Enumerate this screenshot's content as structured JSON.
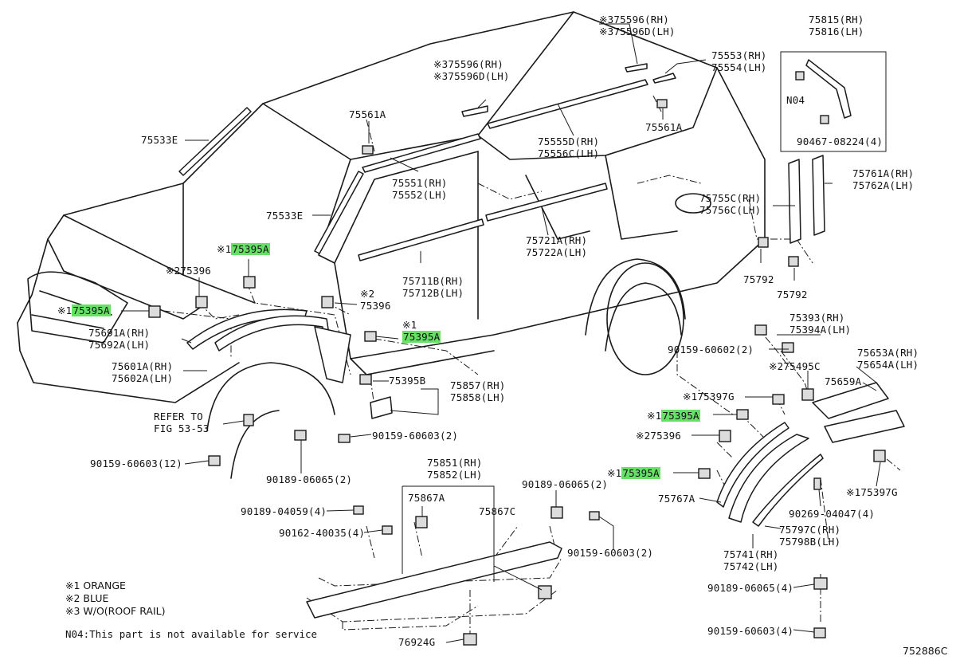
{
  "highlight_color": "#66e066",
  "callouts": [
    {
      "id": "c1",
      "mark": "※3",
      "lines": [
        "75596(RH)"
      ],
      "mark2": "※3",
      "lines2": [
        "75596D(LH)"
      ]
    },
    {
      "id": "c2",
      "lines": [
        "75815(RH)",
        "75816(LH)"
      ]
    },
    {
      "id": "c3",
      "mark": "※3",
      "lines": [
        "75596(RH)"
      ],
      "mark2": "※3",
      "lines2": [
        "75596D(LH)"
      ]
    },
    {
      "id": "c4",
      "lines": [
        "75553(RH)",
        "75554(LH)"
      ]
    },
    {
      "id": "c5",
      "lines": [
        "75561A"
      ]
    },
    {
      "id": "c6",
      "lines": [
        "75561A"
      ]
    },
    {
      "id": "c7",
      "lines": [
        "75533E"
      ]
    },
    {
      "id": "c8",
      "lines": [
        "75555D(RH)",
        "75556C(LH)"
      ]
    },
    {
      "id": "c9",
      "lines": [
        "75551(RH)",
        "75552(LH)"
      ]
    },
    {
      "id": "c10",
      "lines": [
        "N04"
      ]
    },
    {
      "id": "c11",
      "lines": [
        "90467-08224(4)"
      ]
    },
    {
      "id": "c12",
      "lines": [
        "75761A(RH)",
        "75762A(LH)"
      ]
    },
    {
      "id": "c13",
      "lines": [
        "75755C(RH)",
        "75756C(LH)"
      ]
    },
    {
      "id": "c14",
      "lines": [
        "75533E"
      ]
    },
    {
      "id": "c15",
      "mark": "※1",
      "code": "75395A",
      "highlight": true
    },
    {
      "id": "c16",
      "lines": [
        "75721A(RH)",
        "75722A(LH)"
      ]
    },
    {
      "id": "c17",
      "lines": [
        "75792"
      ]
    },
    {
      "id": "c18",
      "lines": [
        "75792"
      ]
    },
    {
      "id": "c19",
      "mark": "※2",
      "code": "75396"
    },
    {
      "id": "c20",
      "lines": [
        "75711B(RH)",
        "75712B(LH)"
      ]
    },
    {
      "id": "c21",
      "mark": "※2",
      "code": "75396"
    },
    {
      "id": "c22",
      "mark": "※1",
      "code": "75395A",
      "highlight": true
    },
    {
      "id": "c23",
      "lines": [
        "75393(RH)",
        "75394A(LH)"
      ]
    },
    {
      "id": "c24",
      "lines": [
        "75691A(RH)",
        "75692A(LH)"
      ]
    },
    {
      "id": "c25",
      "mark": "※1",
      "code": "75395A",
      "highlight": true
    },
    {
      "id": "c26",
      "lines": [
        "90159-60602(2)"
      ]
    },
    {
      "id": "c27",
      "lines": [
        "75653A(RH)",
        "75654A(LH)"
      ]
    },
    {
      "id": "c28",
      "mark": "※2",
      "code": "75495C"
    },
    {
      "id": "c29",
      "lines": [
        "75601A(RH)",
        "75602A(LH)"
      ]
    },
    {
      "id": "c30",
      "lines": [
        "75395B"
      ]
    },
    {
      "id": "c31",
      "lines": [
        "75857(RH)",
        "75858(LH)"
      ]
    },
    {
      "id": "c32",
      "lines": [
        "75659A"
      ]
    },
    {
      "id": "c33",
      "mark": "※1",
      "code": "75397G"
    },
    {
      "id": "c34",
      "lines": [
        "REFER TO",
        "FIG 53-53"
      ]
    },
    {
      "id": "c35",
      "mark": "※1",
      "code": "75395A",
      "highlight": true
    },
    {
      "id": "c36",
      "lines": [
        "90159-60603(2)"
      ]
    },
    {
      "id": "c37",
      "mark": "※2",
      "code": "75396"
    },
    {
      "id": "c38",
      "lines": [
        "90159-60603(12)"
      ]
    },
    {
      "id": "c39",
      "lines": [
        "75851(RH)",
        "75852(LH)"
      ]
    },
    {
      "id": "c40",
      "mark": "※1",
      "code": "75395A",
      "highlight": true
    },
    {
      "id": "c41",
      "lines": [
        "90189-06065(2)"
      ]
    },
    {
      "id": "c42",
      "lines": [
        "90189-06065(2)"
      ]
    },
    {
      "id": "c43",
      "lines": [
        "75767A"
      ]
    },
    {
      "id": "c44",
      "mark": "※1",
      "code": "75397G"
    },
    {
      "id": "c45",
      "lines": [
        "75867A"
      ]
    },
    {
      "id": "c46",
      "lines": [
        "75867C"
      ]
    },
    {
      "id": "c47",
      "lines": [
        "90189-04059(4)"
      ]
    },
    {
      "id": "c48",
      "lines": [
        "90269-04047(4)"
      ]
    },
    {
      "id": "c49",
      "lines": [
        "90162-40035(4)"
      ]
    },
    {
      "id": "c50",
      "lines": [
        "75797C(RH)",
        "75798B(LH)"
      ]
    },
    {
      "id": "c51",
      "lines": [
        "90159-60603(2)"
      ]
    },
    {
      "id": "c52",
      "lines": [
        "75741(RH)",
        "75742(LH)"
      ]
    },
    {
      "id": "c53",
      "lines": [
        "90189-06065(4)"
      ]
    },
    {
      "id": "c54",
      "lines": [
        "90159-60603(4)"
      ]
    },
    {
      "id": "c55",
      "lines": [
        "76924G"
      ]
    }
  ],
  "notes": {
    "items": [
      "※1 ORANGE",
      "※2 BLUE",
      "※3 W/O(ROOF RAIL)"
    ],
    "footnote": "N04:This part is not available for service"
  },
  "diagram_code": "752886C"
}
